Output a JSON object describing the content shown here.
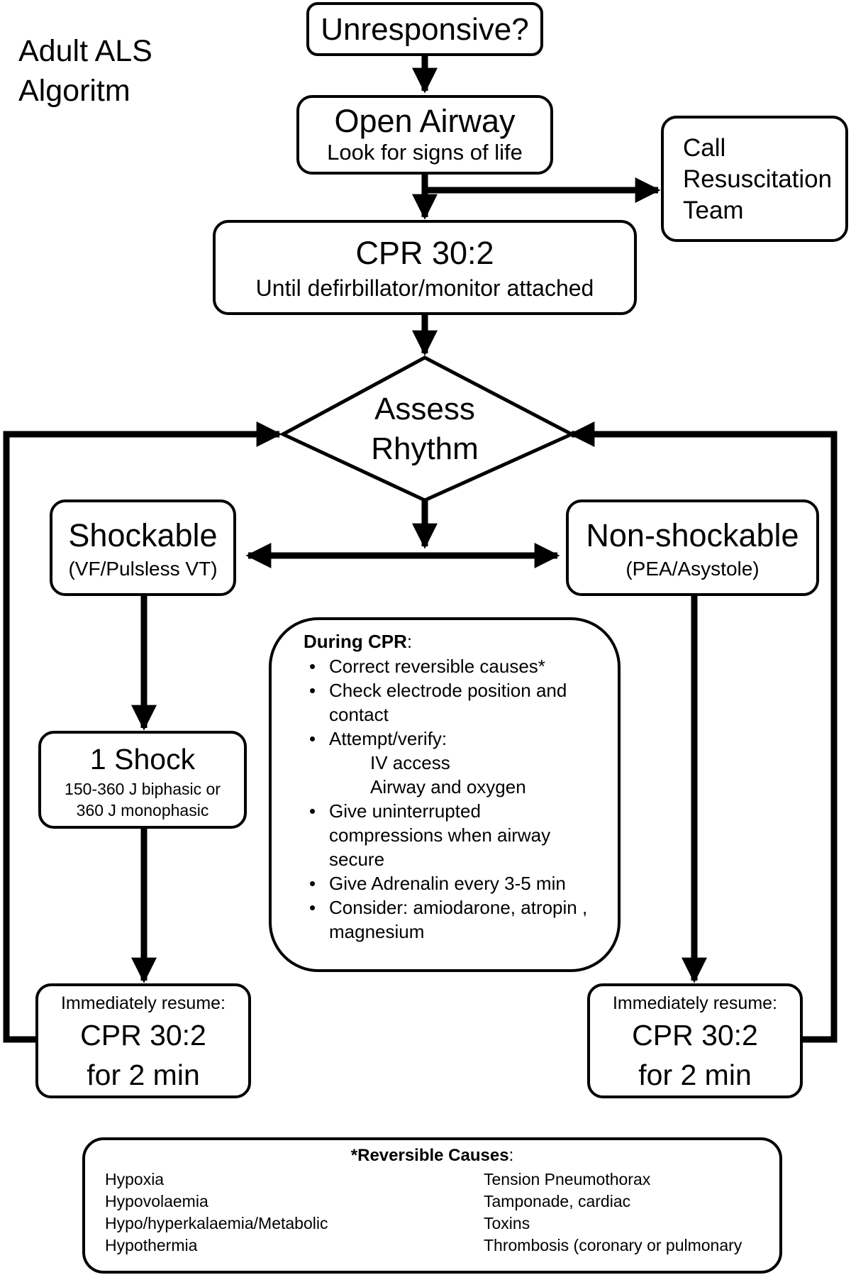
{
  "title": {
    "line1": "Adult ALS",
    "line2": "Algoritm"
  },
  "nodes": {
    "unresponsive": {
      "text": "Unresponsive?"
    },
    "open_airway": {
      "title": "Open Airway",
      "sub": "Look for signs of life"
    },
    "call_team": {
      "lines": [
        "Call",
        "Resuscitation",
        "Team"
      ]
    },
    "cpr_initial": {
      "title": "CPR 30:2",
      "sub": "Until defirbillator/monitor attached"
    },
    "assess_rhythm": {
      "line1": "Assess",
      "line2": "Rhythm"
    },
    "shockable": {
      "title": "Shockable",
      "sub": "(VF/Pulsless VT)"
    },
    "non_shockable": {
      "title": "Non-shockable",
      "sub": "(PEA/Asystole)"
    },
    "shock": {
      "title": "1 Shock",
      "sub1": "150-360 J biphasic or",
      "sub2": "360 J monophasic"
    },
    "resume_left": {
      "top": "Immediately resume:",
      "line1": "CPR 30:2",
      "line2": "for 2 min"
    },
    "resume_right": {
      "top": "Immediately resume:",
      "line1": "CPR 30:2",
      "line2": "for 2 min"
    }
  },
  "during_cpr": {
    "heading": "During CPR",
    "heading_suffix": ":",
    "items": [
      {
        "text": "Correct reversible causes*",
        "sub": false
      },
      {
        "text": "Check electrode position and",
        "sub": false
      },
      {
        "text": "contact",
        "sub": true,
        "indent": "small"
      },
      {
        "text": "Attempt/verify:",
        "sub": false
      },
      {
        "text": "IV access",
        "sub": true
      },
      {
        "text": "Airway and oxygen",
        "sub": true
      },
      {
        "text": "Give uninterrupted",
        "sub": false
      },
      {
        "text": "compressions when airway",
        "sub": true,
        "indent": "small"
      },
      {
        "text": "secure",
        "sub": true,
        "indent": "small"
      },
      {
        "text": "Give Adrenalin every 3-5 min",
        "sub": false
      },
      {
        "text": "Consider: amiodarone, atropin ,",
        "sub": false
      },
      {
        "text": "magnesium",
        "sub": true,
        "indent": "small"
      }
    ]
  },
  "reversible_causes": {
    "heading": "*Reversible Causes",
    "heading_suffix": ":",
    "left": [
      "Hypoxia",
      "Hypovolaemia",
      "Hypo/hyperkalaemia/Metabolic",
      "Hypothermia"
    ],
    "right": [
      "Tension Pneumothorax",
      "Tamponade, cardiac",
      "Toxins",
      "Thrombosis (coronary or pulmonary"
    ]
  }
}
